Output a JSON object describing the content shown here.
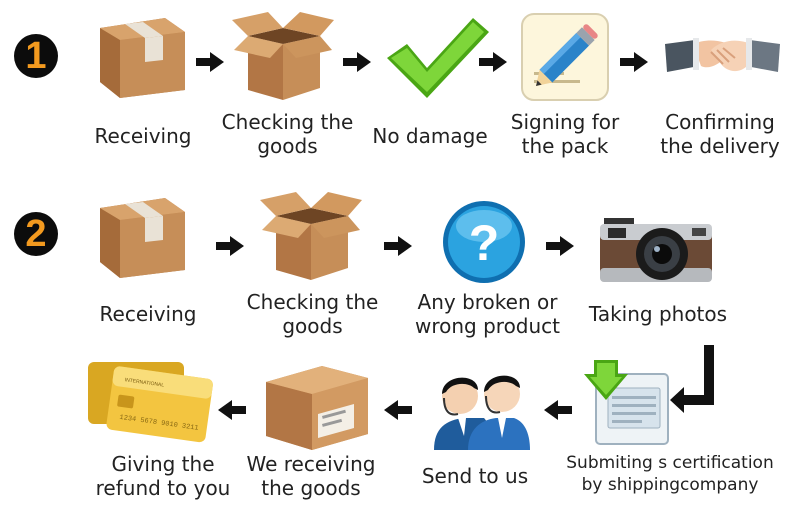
{
  "process_1": {
    "number": "1",
    "steps": [
      {
        "label": [
          "Receiving"
        ],
        "icon": "closed-box-icon"
      },
      {
        "label": [
          "Checking the",
          "goods"
        ],
        "icon": "open-box-icon"
      },
      {
        "label": [
          "No damage"
        ],
        "icon": "check-mark-icon"
      },
      {
        "label": [
          "Signing for",
          "the pack"
        ],
        "icon": "pencil-icon"
      },
      {
        "label": [
          "Confirming",
          "the delivery"
        ],
        "icon": "handshake-icon"
      }
    ]
  },
  "process_2": {
    "number": "2",
    "steps": [
      {
        "label": [
          "Receiving"
        ],
        "icon": "closed-box-icon"
      },
      {
        "label": [
          "Checking the",
          "goods"
        ],
        "icon": "open-box-icon"
      },
      {
        "label": [
          "Any broken or",
          "wrong product"
        ],
        "icon": "question-icon"
      },
      {
        "label": [
          "Taking photos"
        ],
        "icon": "camera-icon"
      },
      {
        "label": [
          "Submiting s certification",
          "by shippingcompany"
        ],
        "icon": "certificate-icon"
      },
      {
        "label": [
          "Send to us"
        ],
        "icon": "customer-service-icon"
      },
      {
        "label": [
          "We receiving",
          "the goods"
        ],
        "icon": "package-icon"
      },
      {
        "label": [
          "Giving the",
          "refund to you"
        ],
        "icon": "credit-card-icon"
      }
    ]
  },
  "card_text": {
    "brand": "INTERNATIONAL",
    "number": "1234 5678 9010 3211"
  },
  "colors": {
    "accent": "#f39a1f",
    "box": "#c48a55",
    "check": "#5cbf1a",
    "arrow": "#111111"
  }
}
